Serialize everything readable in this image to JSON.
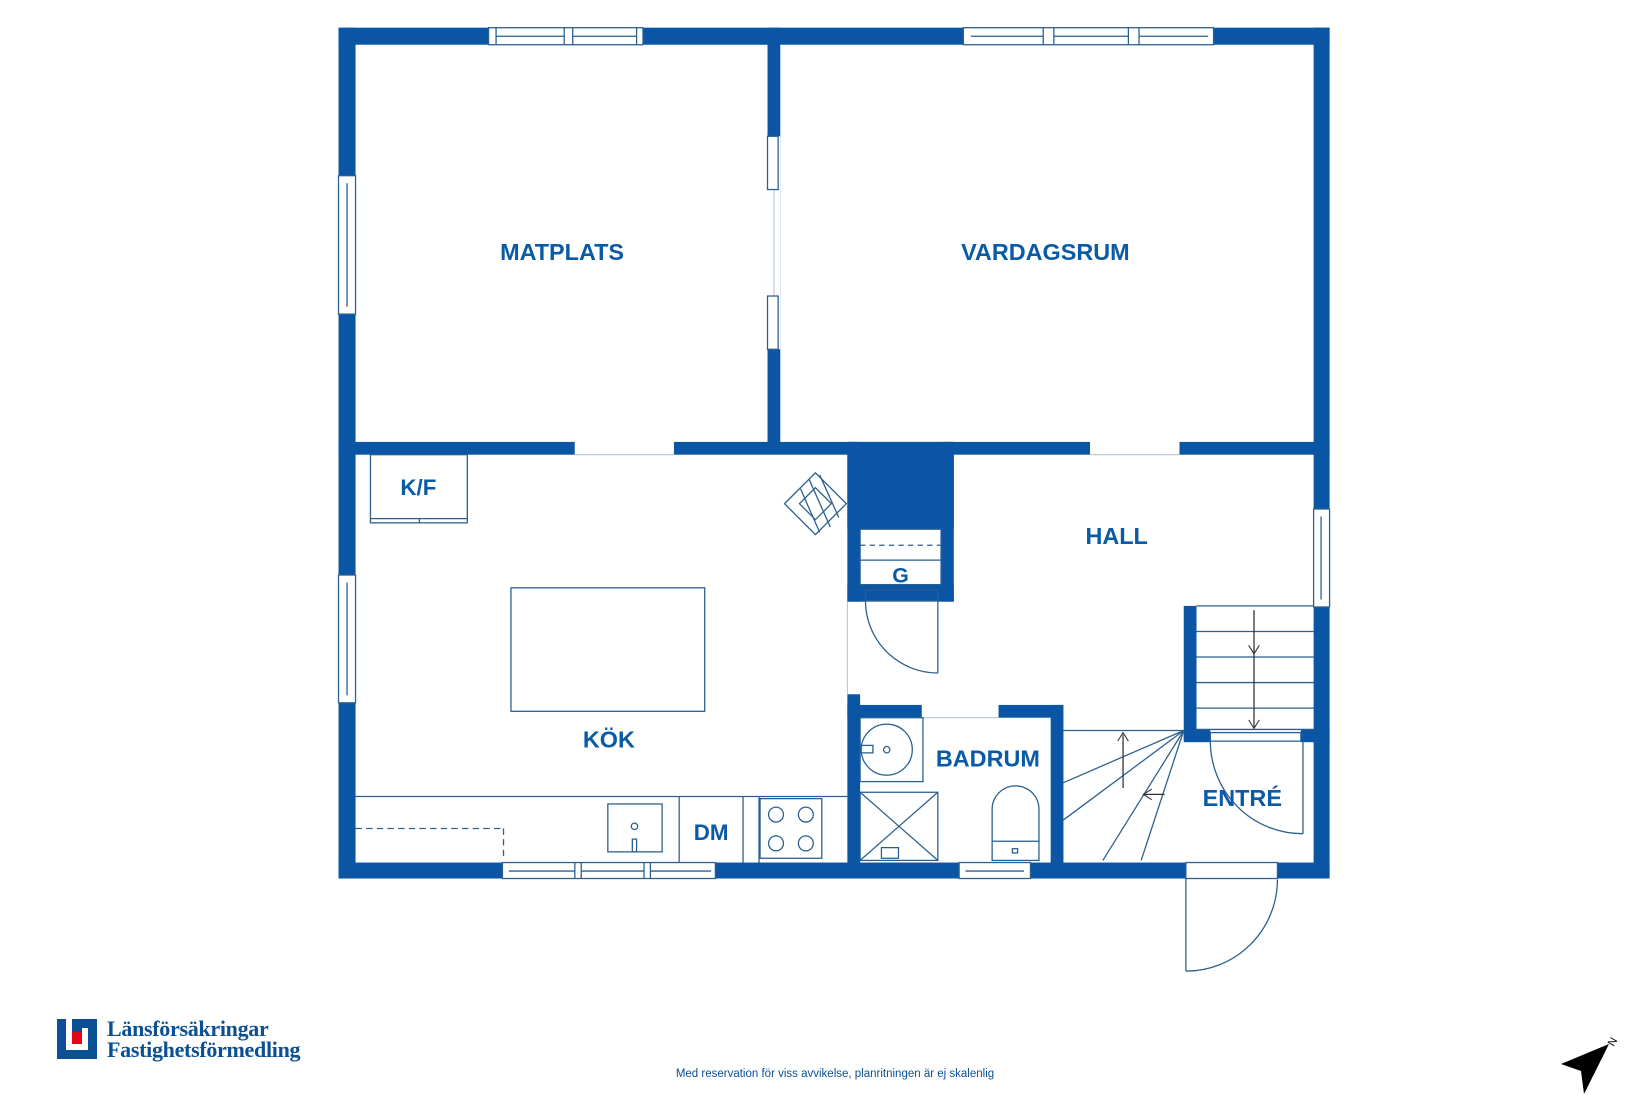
{
  "floorplan": {
    "rooms": [
      {
        "id": "matplats",
        "label": "MATPLATS"
      },
      {
        "id": "vardagsrum",
        "label": "VARDAGSRUM"
      },
      {
        "id": "kok",
        "label": "KÖK"
      },
      {
        "id": "hall",
        "label": "HALL"
      },
      {
        "id": "badrum",
        "label": "BADRUM"
      },
      {
        "id": "entre",
        "label": "ENTRÉ"
      }
    ],
    "fixtures": [
      {
        "id": "kf",
        "label": "K/F"
      },
      {
        "id": "g",
        "label": "G"
      },
      {
        "id": "dm",
        "label": "DM"
      }
    ],
    "wall_color": "#0a56a4",
    "line_color": "#2a5f8f"
  },
  "branding": {
    "line1": "Länsförsäkringar",
    "line2": "Fastighetsförmedling",
    "brand_color": "#0b4f94",
    "accent_color": "#e3061b"
  },
  "footer": {
    "disclaimer": "Med reservation för viss avvikelse, planritningen är ej skalenlig"
  },
  "compass": {
    "label": "N"
  }
}
